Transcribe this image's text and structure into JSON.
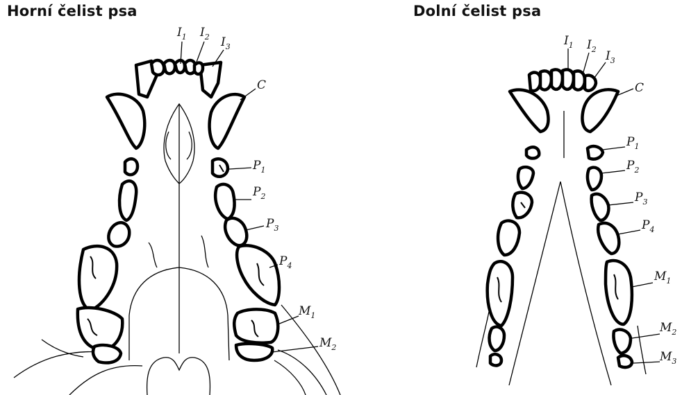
{
  "upper_jaw": {
    "title": "Horní čelist psa",
    "labels": {
      "i1": {
        "main": "I",
        "sub": "1"
      },
      "i2": {
        "main": "I",
        "sub": "2"
      },
      "i3": {
        "main": "I",
        "sub": "3"
      },
      "c": {
        "main": "C",
        "sub": ""
      },
      "p1": {
        "main": "P",
        "sub": "1"
      },
      "p2": {
        "main": "P",
        "sub": "2"
      },
      "p3": {
        "main": "P",
        "sub": "3"
      },
      "p4": {
        "main": "P",
        "sub": "4"
      },
      "m1": {
        "main": "M",
        "sub": "1"
      },
      "m2": {
        "main": "M",
        "sub": "2"
      }
    }
  },
  "lower_jaw": {
    "title": "Dolní čelist psa",
    "labels": {
      "i1": {
        "main": "I",
        "sub": "1"
      },
      "i2": {
        "main": "I",
        "sub": "2"
      },
      "i3": {
        "main": "I",
        "sub": "3"
      },
      "c": {
        "main": "C",
        "sub": ""
      },
      "p1": {
        "main": "P",
        "sub": "1"
      },
      "p2": {
        "main": "P",
        "sub": "2"
      },
      "p3": {
        "main": "P",
        "sub": "3"
      },
      "p4": {
        "main": "P",
        "sub": "4"
      },
      "m1": {
        "main": "M",
        "sub": "1"
      },
      "m2": {
        "main": "M",
        "sub": "2"
      },
      "m3": {
        "main": "M",
        "sub": "3"
      }
    }
  }
}
